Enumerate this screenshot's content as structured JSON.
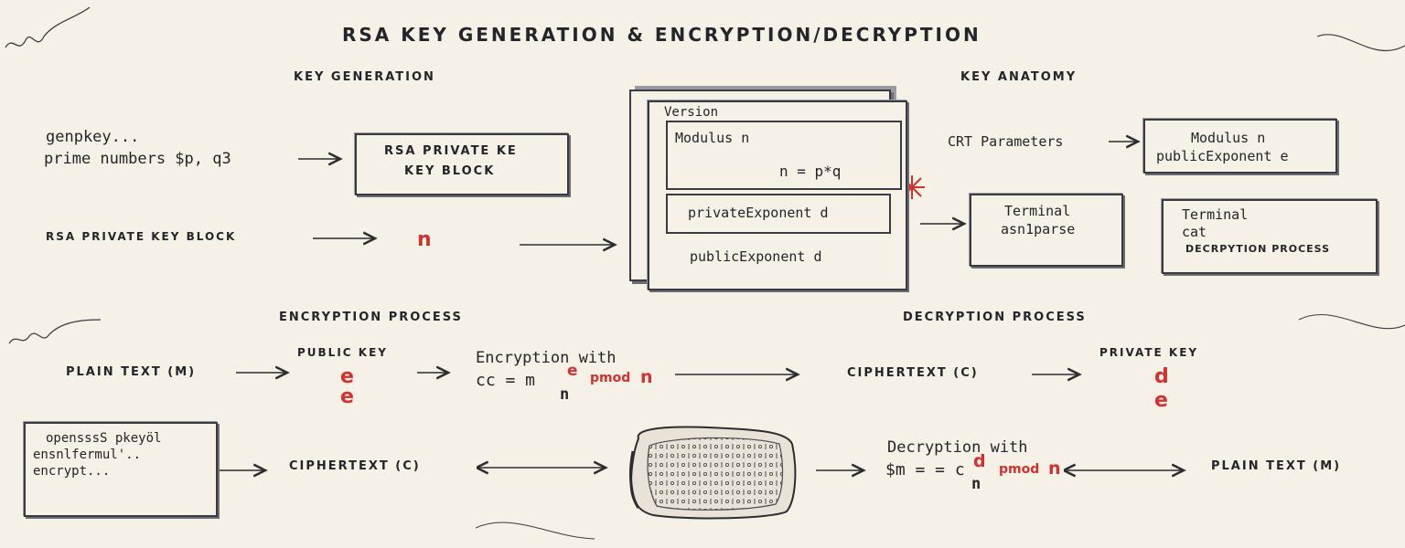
{
  "title": "RSA KEY GENERATION & ENCRYPTION/DECRYPTION",
  "sections": {
    "key_generation": "KEY GENERATION",
    "key_anatomy": "KEY ANATOMY",
    "encryption_process": "ENCRYPTION PROCESS",
    "decryption_process": "DECRYPTION PROCESS"
  },
  "keygen": {
    "cmd_line1": "genpkey...",
    "cmd_line2": "prime numbers $p, q3",
    "box_line1": "RSA PRIVATE KE",
    "box_line2": "KEY BLOCK",
    "block_label": "RSA PRIVATE KEY BLOCK",
    "n": "n"
  },
  "anatomy": {
    "version": "Version",
    "modulus": "Modulus n",
    "n_eq": "n = p*q",
    "private_exp": "privateExponent d",
    "public_exp": "publicExponent d",
    "crt": "CRT Parameters",
    "mod_box_line1": "Modulus n",
    "mod_box_line2": "publicExponent e",
    "term1_line1": "Terminal",
    "term1_line2": "asn1parse",
    "term2_line1": "Terminal",
    "term2_line2": "cat",
    "term2_line3": "DECRPYTION PROCESS"
  },
  "encryption": {
    "plain": "PLAIN TEXT (m)",
    "public_key": "PUBLIC KEY",
    "e1": "e",
    "e2": "e",
    "enc_with": "Encryption with",
    "cc": "cc = m",
    "sup_e": "e",
    "pmod": "pmod",
    "n_red": "n",
    "sub_n": "n",
    "ciphertext": "CIPHERTEXT (c)",
    "private_key": "PRIVATE KEY",
    "d": "d",
    "e3": "e"
  },
  "decryption": {
    "term_line1": "opensssS pkeyöl",
    "term_line2": "ensnlfermul'..",
    "term_line3": "encrypt...",
    "ciphertext": "CIPHERTEXT (c)",
    "dec_with": "Decryption with",
    "eq": "$m = = c",
    "sup_d": "d",
    "pmod": "pmod",
    "n_red": "n",
    "sub_n": "n",
    "plain": "PLAIN TEXT (m)"
  },
  "colors": {
    "ink": "#24252b",
    "accent": "#d2312f",
    "paper": "#f5f1e6"
  }
}
